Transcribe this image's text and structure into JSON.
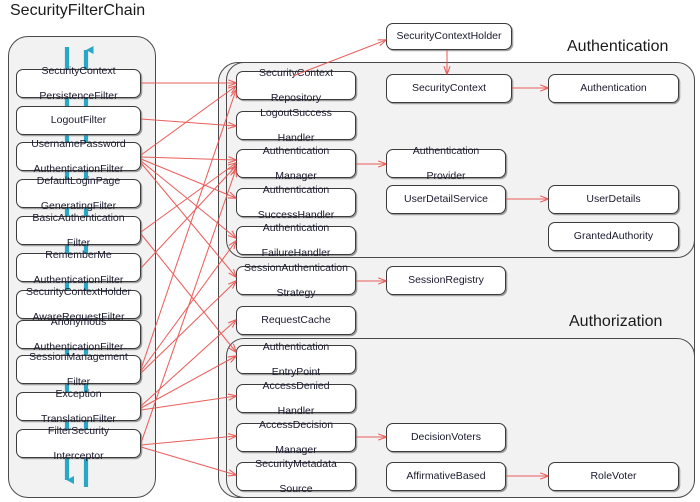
{
  "diagram": {
    "title": "SecurityFilterChain",
    "type": "architecture-diagram",
    "colors": {
      "panel_fill": "#f2f2f2",
      "panel_stroke": "#4a4a4a",
      "node_fill": "#ffffff",
      "node_stroke": "#3b3b3b",
      "node_text": "#1a1a2e",
      "flow_arrow": "#e8534f",
      "chain_arrow": "#2aa7c4",
      "background": "#ffffff"
    }
  },
  "sections": {
    "filter_chain": {
      "label": "SecurityFilterChain"
    },
    "authentication": {
      "label": "Authentication"
    },
    "authorization": {
      "label": "Authorization"
    }
  },
  "filter_chain_nodes": [
    {
      "id": "securityContextPersistenceFilter",
      "lines": [
        "SecurityContext",
        "PersistenceFilter"
      ]
    },
    {
      "id": "logoutFilter",
      "lines": [
        "LogoutFilter"
      ]
    },
    {
      "id": "usernamePasswordAuthenticationFilter",
      "lines": [
        "UsernamePassword",
        "AuthenticationFilter"
      ]
    },
    {
      "id": "defaultLoginPageGeneratingFilter",
      "lines": [
        "DefaultLoginPage",
        "GeneratingFilter"
      ]
    },
    {
      "id": "basicAuthenticationFilter",
      "lines": [
        "BasicAuthentication",
        "Filter"
      ]
    },
    {
      "id": "rememberMeAuthenticationFilter",
      "lines": [
        "RememberMe",
        "AuthenticationFilter"
      ]
    },
    {
      "id": "securityContextHolderAwareRequestFilter",
      "lines": [
        "SecurityContextHolder",
        "AwareRequestFilter"
      ]
    },
    {
      "id": "anonymousAuthenticationFilter",
      "lines": [
        "Anonymous",
        "AuthenticationFilter"
      ]
    },
    {
      "id": "sessionManagementFilter",
      "lines": [
        "SessionManagement",
        "Filter"
      ]
    },
    {
      "id": "exceptionTranslationFilter",
      "lines": [
        "Exception",
        "TranslationFilter"
      ]
    },
    {
      "id": "filterSecurityInterceptor",
      "lines": [
        "FilterSecurity",
        "Interceptor"
      ]
    }
  ],
  "collaborator_nodes": [
    {
      "id": "securityContextRepository",
      "lines": [
        "SecurityContext",
        "Repository"
      ]
    },
    {
      "id": "logoutSuccessHandler",
      "lines": [
        "LogoutSuccess",
        "Handler"
      ]
    },
    {
      "id": "authenticationManager",
      "lines": [
        "Authentication",
        "Manager"
      ]
    },
    {
      "id": "authenticationSuccessHandler",
      "lines": [
        "Authentication",
        "SuccessHandler"
      ]
    },
    {
      "id": "authenticationFailureHandler",
      "lines": [
        "Authentication",
        "FailureHandler"
      ]
    },
    {
      "id": "sessionAuthenticationStrategy",
      "lines": [
        "SessionAuthentication",
        "Strategy"
      ]
    },
    {
      "id": "requestCache",
      "lines": [
        "RequestCache"
      ]
    },
    {
      "id": "authenticationEntryPoint",
      "lines": [
        "Authentication",
        "EntryPoint"
      ]
    },
    {
      "id": "accessDeniedHandler",
      "lines": [
        "AccessDenied",
        "Handler"
      ]
    },
    {
      "id": "accessDecisionManager",
      "lines": [
        "AccessDecision",
        "Manager"
      ]
    },
    {
      "id": "securityMetadataSource",
      "lines": [
        "SecurityMetadata",
        "Source"
      ]
    }
  ],
  "outer_nodes": [
    {
      "id": "securityContextHolder",
      "lines": [
        "SecurityContextHolder"
      ]
    },
    {
      "id": "securityContext",
      "lines": [
        "SecurityContext"
      ]
    },
    {
      "id": "authentication",
      "lines": [
        "Authentication"
      ]
    },
    {
      "id": "authenticationProvider",
      "lines": [
        "Authentication",
        "Provider"
      ]
    },
    {
      "id": "userDetailService",
      "lines": [
        "UserDetailService"
      ]
    },
    {
      "id": "userDetails",
      "lines": [
        "UserDetails"
      ]
    },
    {
      "id": "grantedAuthority",
      "lines": [
        "GrantedAuthority"
      ]
    },
    {
      "id": "sessionRegistry",
      "lines": [
        "SessionRegistry"
      ]
    },
    {
      "id": "decisionVoters",
      "lines": [
        "DecisionVoters"
      ]
    },
    {
      "id": "affirmativeBased",
      "lines": [
        "AffirmativeBased"
      ]
    },
    {
      "id": "roleVoter",
      "lines": [
        "RoleVoter"
      ]
    }
  ],
  "direct_edges": [
    {
      "from": "securityContextRepository",
      "to": "securityContextHolder"
    },
    {
      "from": "securityContextHolder",
      "to": "securityContext"
    },
    {
      "from": "securityContext",
      "to": "authentication"
    },
    {
      "from": "authenticationManager",
      "to": "authenticationProvider"
    },
    {
      "from": "userDetailService",
      "to": "userDetails"
    },
    {
      "from": "sessionAuthenticationStrategy",
      "to": "sessionRegistry"
    },
    {
      "from": "accessDecisionManager",
      "to": "decisionVoters"
    },
    {
      "from": "affirmativeBased",
      "to": "roleVoter"
    }
  ],
  "filter_edges": [
    {
      "from": "securityContextPersistenceFilter",
      "to": "securityContextRepository"
    },
    {
      "from": "logoutFilter",
      "to": "logoutSuccessHandler"
    },
    {
      "from": "usernamePasswordAuthenticationFilter",
      "to": "securityContextRepository"
    },
    {
      "from": "usernamePasswordAuthenticationFilter",
      "to": "authenticationManager"
    },
    {
      "from": "usernamePasswordAuthenticationFilter",
      "to": "authenticationSuccessHandler"
    },
    {
      "from": "usernamePasswordAuthenticationFilter",
      "to": "authenticationFailureHandler"
    },
    {
      "from": "usernamePasswordAuthenticationFilter",
      "to": "sessionAuthenticationStrategy"
    },
    {
      "from": "basicAuthenticationFilter",
      "to": "authenticationManager"
    },
    {
      "from": "basicAuthenticationFilter",
      "to": "authenticationEntryPoint"
    },
    {
      "from": "rememberMeAuthenticationFilter",
      "to": "authenticationManager"
    },
    {
      "from": "sessionManagementFilter",
      "to": "securityContextRepository"
    },
    {
      "from": "sessionManagementFilter",
      "to": "sessionAuthenticationStrategy"
    },
    {
      "from": "sessionManagementFilter",
      "to": "authenticationFailureHandler"
    },
    {
      "from": "exceptionTranslationFilter",
      "to": "authenticationEntryPoint"
    },
    {
      "from": "exceptionTranslationFilter",
      "to": "accessDeniedHandler"
    },
    {
      "from": "exceptionTranslationFilter",
      "to": "requestCache"
    },
    {
      "from": "filterSecurityInterceptor",
      "to": "accessDecisionManager"
    },
    {
      "from": "filterSecurityInterceptor",
      "to": "securityMetadataSource"
    },
    {
      "from": "filterSecurityInterceptor",
      "to": "authenticationManager"
    }
  ],
  "chain_flow": {
    "down_arrow_label": "request-flow-down",
    "up_arrow_label": "response-flow-up"
  }
}
